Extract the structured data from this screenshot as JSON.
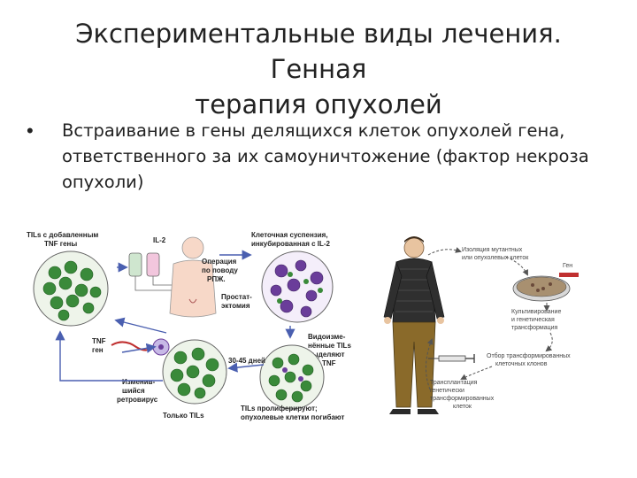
{
  "slide": {
    "title_line1": "Экспериментальные виды лечения. Генная",
    "title_line2": "терапия опухолей",
    "bullet": "Встраивание в гены делящихся клеток опухолей гена, ответственного за их самоуничтожение (фактор некроза опухоли)"
  },
  "left_figure": {
    "labels": {
      "til_added_l1": "TILs с добавленным",
      "til_added_l2": "TNF гены",
      "il2": "IL-2",
      "cell_susp_l1": "Клеточная суспензия,",
      "cell_susp_l2": "инкубированная с IL-2",
      "operation_l1": "Операция",
      "operation_l2": "по поводу",
      "operation_l3": "РПЖ.",
      "prostat_l1": "Простат-",
      "prostat_l2": "эктомия",
      "tnf_l1": "TNF",
      "tnf_l2": "ген",
      "modified_l1": "Видоизме-",
      "modified_l2": "нённые TILs",
      "modified_l3": "выделяют",
      "modified_l4": "TNF",
      "retro_l1": "Изменив-",
      "retro_l2": "шийся",
      "retro_l3": "ретровирус",
      "days": "30-45 дней",
      "only_til": "Только TILs",
      "prolif_l1": "TILs пролиферируют;",
      "prolif_l2": "опухолевые клетки погибают"
    }
  },
  "right_figure": {
    "labels": {
      "isol_l1": "Изоляция мутантных",
      "isol_l2": "или опухолевых клеток",
      "gene": "Ген",
      "cult_l1": "Культивирование",
      "cult_l2": "и генетическая",
      "cult_l3": "трансформация",
      "select_l1": "Отбор трансформированных",
      "select_l2": "клеточных клонов",
      "transpl_l1": "Трансплантация",
      "transpl_l2": "генетически",
      "transpl_l3": "трансформированных",
      "transpl_l4": "клеток"
    }
  },
  "colors": {
    "green_cell": "#3a8a3a",
    "purple_cell": "#6a3d9a",
    "arrow": "#4a5fb0"
  }
}
